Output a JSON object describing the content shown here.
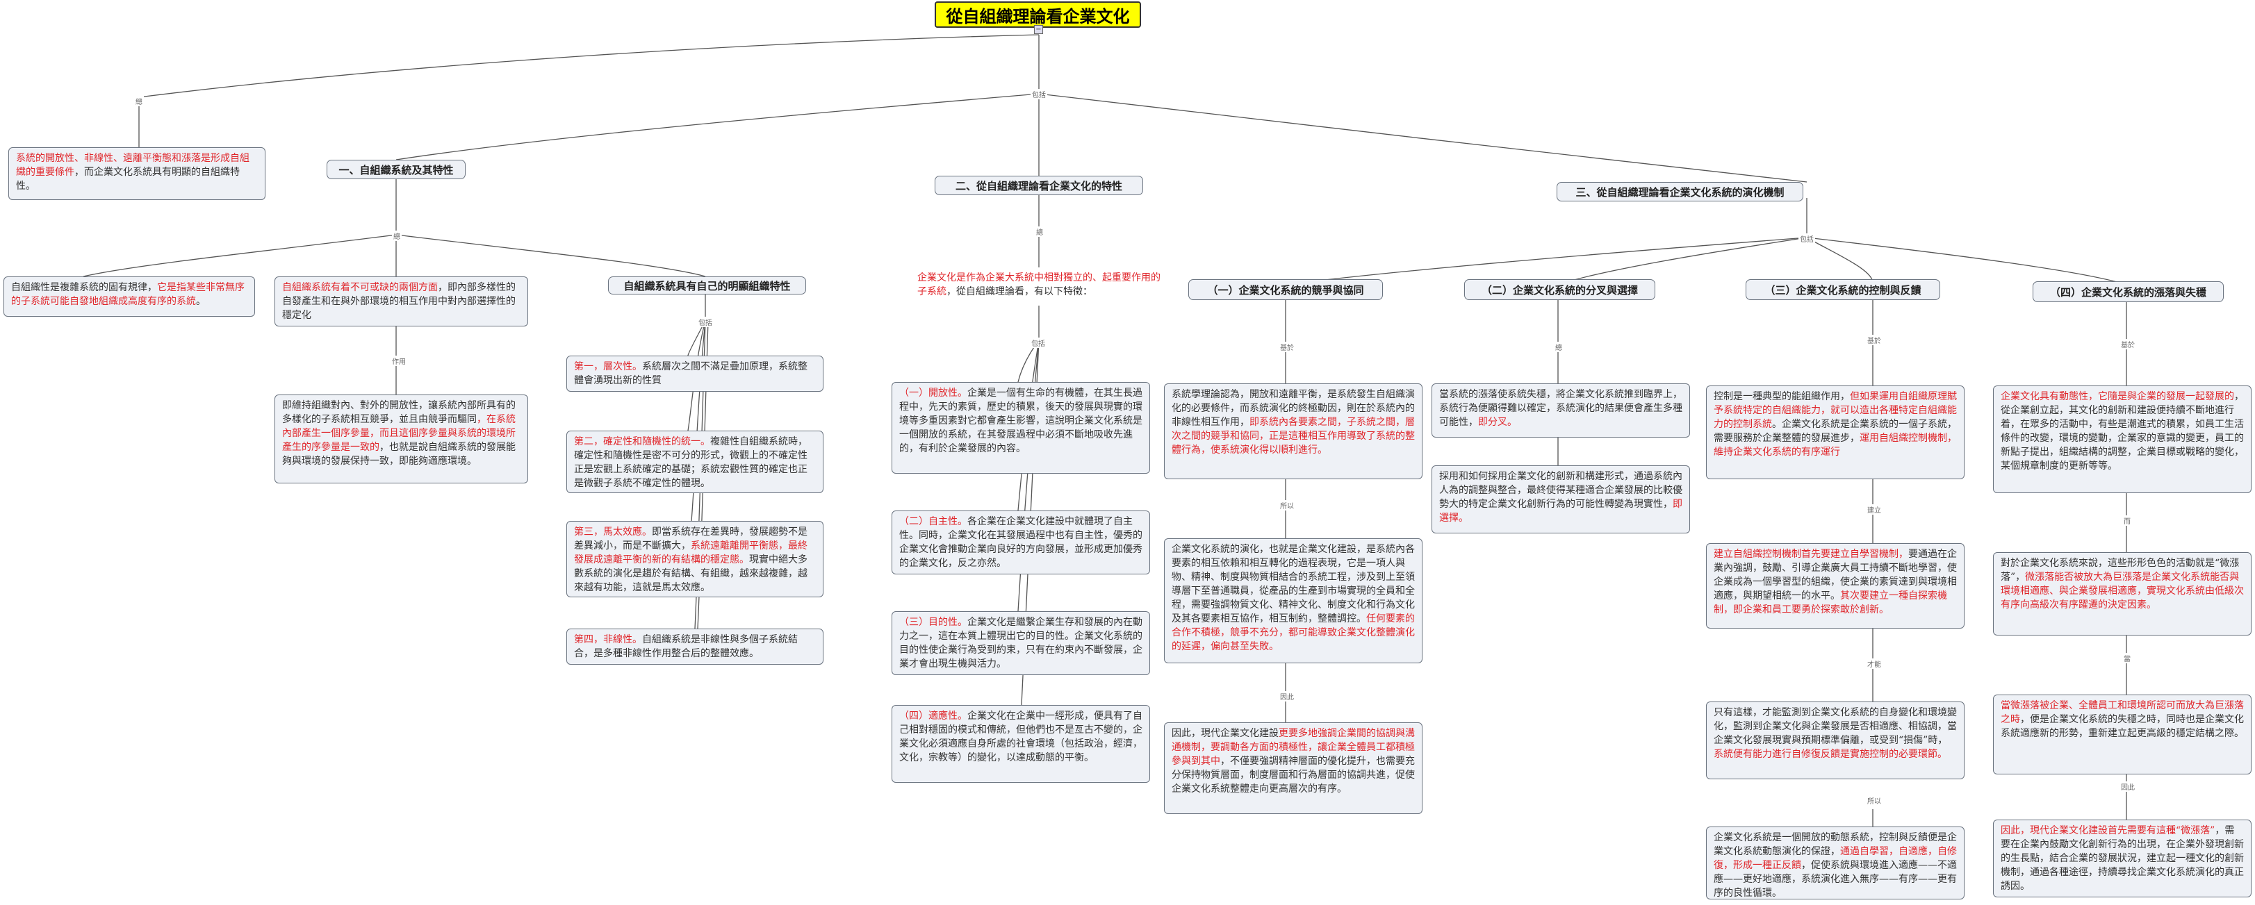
{
  "root": {
    "title": "從自組織理論看企業文化",
    "collapse_glyph": "−"
  },
  "labels": {
    "l1": "總",
    "l2": "包括",
    "l3": "總",
    "l4": "作用",
    "l5": "包括",
    "l6": "總",
    "l7": "包括",
    "l8": "包括",
    "l9": "基於",
    "l10": "所以",
    "l11": "因此",
    "l12": "總",
    "l13": "基於",
    "l14": "建立",
    "l15": "才能",
    "l16": "所以",
    "l17": "基於",
    "l18": "而",
    "l19": "當",
    "l20": "因此"
  },
  "left_intro": {
    "r1": "系統的開放性、非線性、遠離平衡態和漲落是形成自組織的重要條件",
    "t1": "，而企業文化系統具有明顯的自組織特性。"
  },
  "h1": "一、自組織系統及其特性",
  "h2": "二、從自組織理論看企業文化的特性",
  "h3": "三、從自組織理論看企業文化系統的演化機制",
  "s1": {
    "t1": "自組織性是複雜系統的固有規律，",
    "r1": "它是指某些非常無序的子系統可能自發地組織成高度有序的系統",
    "t2": "。"
  },
  "s2": {
    "r1": "自組織系統有着不可或缺的兩個方面",
    "t1": "，即內部多樣性的自發產生和在與外部環境的相互作用中對內部選擇性的穩定化"
  },
  "s2b": {
    "t1": "即維持組織對內、對外的開放性，讓系統內部所具有的多樣化的子系統相互競爭，並且由競爭而驅同",
    "r1": "，在系統內部產生一個序參量，而且這個序參量與系統的環境所產生的序參量是一致的",
    "t2": "，也就是說自組織系統的發展能夠與環境的發展保持一致，即能夠適應環境。"
  },
  "h_s3": "自組織系統具有自己的明顯組織特性",
  "p1": {
    "r1": "第一，層次性。",
    "t1": "系統層次之間不滿足疊加原理，系統整體會湧現出新的性質"
  },
  "p2": {
    "r1": "第二，確定性和隨機性的統一。",
    "t1": "複雜性自組織系統時，確定性和隨機性是密不可分的形式，微觀上的不確定性正是宏觀上系統確定的基礎；系統宏觀性質的確定也正是微觀子系統不確定性的體現。"
  },
  "p3": {
    "r1": "第三，馬太效應。",
    "t1": "即當系統存在差異時，發展趨勢不是差異減小，而是不斷擴大，",
    "r2": "系統遠離離開平衡態，最終發展成遠離平衡的新的有結構的穩定態。",
    "t2": "現實中絕大多數系統的演化是趨於有結構、有組織，越來越複雜，越來越有功能，這就是馬太效應。"
  },
  "p4": {
    "r1": "第四，非線性。",
    "t1": "自組織系統是非線性與多個子系統結合，是多種非線性作用整合后的整體效應。"
  },
  "ec": {
    "r1": "企業文化是作為企業大系統中相對獨立的、起重要作用的子系統",
    "t1": "，從自組織理論看，有以下特徵："
  },
  "c1": {
    "r1": "（一）開放性。",
    "t1": "企業是一個有生命的有機體，在其生長過程中，先天的素質，歷史的積累，後天的發展與現實的環境等多重因素對它都會產生影響，這說明企業文化系統是一個開放的系統，在其發展過程中必須不斷地吸收先進的，有利於企業發展的內容。"
  },
  "c2": {
    "r1": "（二）自主性。",
    "t1": "各企業在企業文化建設中就體現了自主性。同時，企業文化在其發展過程中也有自主性，優秀的企業文化會推動企業向良好的方向發展，並形成更加優秀的企業文化，反之亦然。"
  },
  "c3": {
    "r1": "（三）目的性。",
    "t1": "企業文化是繼繫企業生存和發展的內在動力之一，這在本質上體現出它的目的性。企業文化系統的目的性使企業行為受到約束，只有在約束內不斷發展，企業才會出現生機與活力。"
  },
  "c4": {
    "r1": "（四）適應性。",
    "t1": "企業文化在企業中一經形成，便具有了自己相對穩固的模式和傳統，但他們也不是亙古不變的，企業文化必須適應自身所處的社會環境（包括政治，經濟，文化，宗教等）的變化，以達成動態的平衡。"
  },
  "m1": "（一）企業文化系統的競爭與協同",
  "m2": "（二）企業文化系統的分叉與選擇",
  "m3": "（三）企業文化系統的控制與反饋",
  "m4": "（四）企業文化系統的漲落與失穩",
  "a1": {
    "t1": "系統學理論認為，開放和遠離平衡，是系統發生自組織演化的必要條件，而系統演化的終極動因，則在於系統內的非線性相互作用，",
    "r1": "即系統內各要素之間，子系統之間，層次之間的競爭和協同，正是這種相互作用導致了系統的整體行為，使系統演化得以順利進行。"
  },
  "a2": {
    "t1": "企業文化系統的演化，也就是企業文化建設，是系統內各要素的相互依賴和相互轉化的過程表現，它是一項人與物、精神、制度與物質相結合的系統工程，涉及到上至領導層下至普通職員，從產品的生產到市場實現的全員和全程，需要強調物質文化、精神文化、制度文化和行為文化及其各要素相互協作，相互制約，整體調控。",
    "r1": "任何要素的合作不積極，競爭不充分，都可能導致企業文化整體演化的延遲，偏向甚至失敗。"
  },
  "a3": {
    "t1": "因此，現代企業文化建設",
    "r1": "更要多地強調企業間的協調與溝通機制，要調動各方面的積極性，讓企業全體員工都積極參與到其中",
    "t2": "，不僅要強調精神層面的優化提升，也需要充分保持物質層面，制度層面和行為層面的協調共進，促使企業文化系統整體走向更高層次的有序。"
  },
  "b1": {
    "t1": "當系統的漲落使系統失穩，將企業文化系統推到臨界上，系統行為便顯得難以確定，系統演化的結果便會產生多種可能性，",
    "r1": "即分叉。"
  },
  "b2": {
    "t1": "採用和如何採用企業文化的創新和構建形式，通過系統內人為的調整與整合，最終使得某種適合企業發展的比較優勢大的特定企業文化創新行為的可能性轉變為現實性，",
    "r1": "即選擇。"
  },
  "k1": {
    "t1": "控制是一種典型的能組織作用，",
    "r1": "但如果運用自組織原理賦予系統特定的自組織能力，就可以造出各種特定自組織能力的控制系統",
    "t2": "。企業文化系統是企業系統的一個子系統，需要服務於企業整體的發展進步，",
    "r2": "運用自組織控制機制，維持企業文化系統的有序運行"
  },
  "k2": {
    "r1": "建立自組織控制機制首先要建立自學習機制，",
    "t1": "要通過在企業內強調，鼓勵、引導企業廣大員工持續不斷地學習，使企業成為一個學習型的組織，使企業的素質達到與環境相適應，與期望相統一的水平。",
    "r2": "其次要建立一種自探索機制，即企業和員工要勇於探索敢於創新。"
  },
  "k3": {
    "t1": "只有這樣，才能監測到企業文化系統的自身變化和環境變化，監測到企業文化與企業發展是否相適應、相協調，當企業文化發展現實與預期標準偏離，或受到“損傷”時，",
    "r1": "系統便有能力進行自修復反饋是實施控制的必要環節。"
  },
  "k4": {
    "t1": "企業文化系統是一個開放的動態系統，控制與反饋便是企業文化系統動態演化的保證，",
    "r1": "通過自學習，自適應，自修復，形成一種正反饋",
    "t2": "，促使系統與環境進入適應——不適應——更好地適應，系統演化進入無序——有序——更有序的良性循環。"
  },
  "f1": {
    "r1": "企業文化具有動態性，它隨是與企業的發展一起發展的",
    "t1": "，從企業創立起，其文化的創新和建設便持續不斷地進行着，在眾多的活動中，有些是潮進式的積累，如員工生活條件的改變，環境的變動，企業家的意識的變更，員工的新點子提出，組織結構的調整，企業目標或戰略的變化，某個規章制度的更新等等。"
  },
  "f2": {
    "t1": "對於企業文化系統來說，這些形形色色的活動就是“微漲落”，",
    "r1": "微漲落能否被放大為巨漲落是企業文化系統能否與環境相適應、與企業發展相適應，實現文化系統由低級次有序向高級次有序躍遷的決定因素。"
  },
  "f3": {
    "r1": "當微漲落被企業、全體員工和環境所認可而放大為巨漲落之時",
    "t1": "，便是企業文化系統的失穩之時，同時也是企業文化系統適應新的形勢，重新建立起更高級的穩定結構之際。"
  },
  "f4": {
    "r1": "因此，現代企業文化建設首先需要有這種“微漲落”",
    "t1": "，需要在企業內鼓勵文化創新行為的出現，在企業外發現創新的生長點，結合企業的發展狀況，建立起一種文化的創新機制，通過各種途徑，持續尋找企業文化系統演化的真正誘因。"
  }
}
